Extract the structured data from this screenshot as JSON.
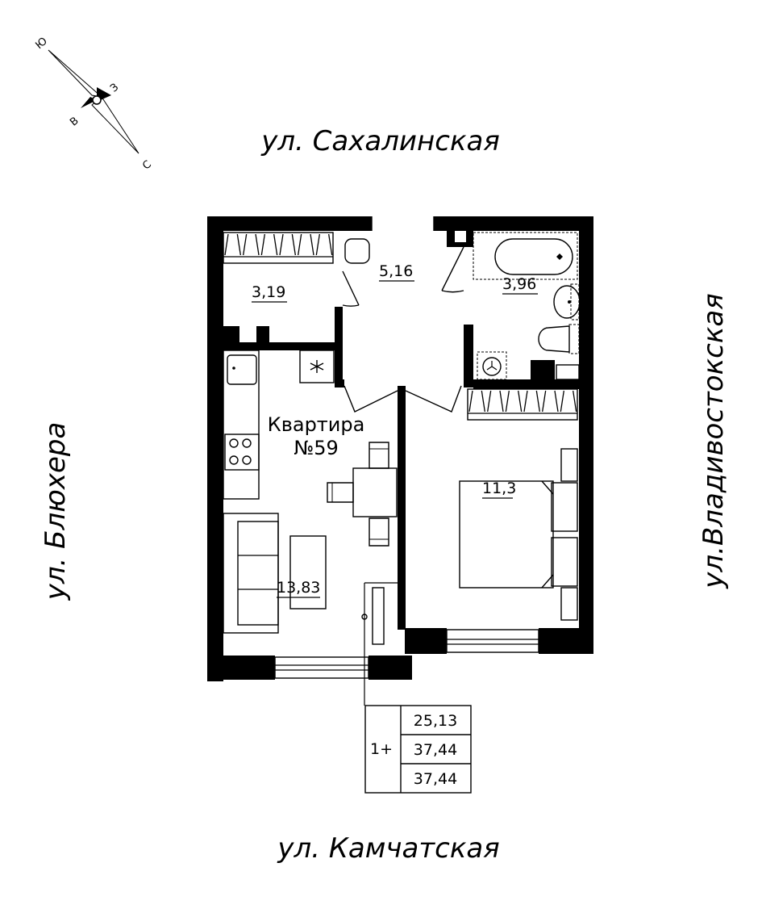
{
  "streets": {
    "top": "ул. Сахалинская",
    "bottom": "ул. Камчатская",
    "left": "ул. Блюхера",
    "right": "ул.Владивостокская"
  },
  "compass": {
    "north": "С",
    "south": "Ю",
    "west": "З",
    "east": "В"
  },
  "apartment": {
    "title": "Квартира",
    "number": "№59"
  },
  "rooms": {
    "storage": "3,19",
    "hall": "5,16",
    "bath": "3,96",
    "bedroom": "11,3",
    "living": "13,83"
  },
  "summary": {
    "rooms_label": "1+",
    "living_area": "25,13",
    "total_area": "37,44",
    "total_area_balcony": "37,44"
  }
}
